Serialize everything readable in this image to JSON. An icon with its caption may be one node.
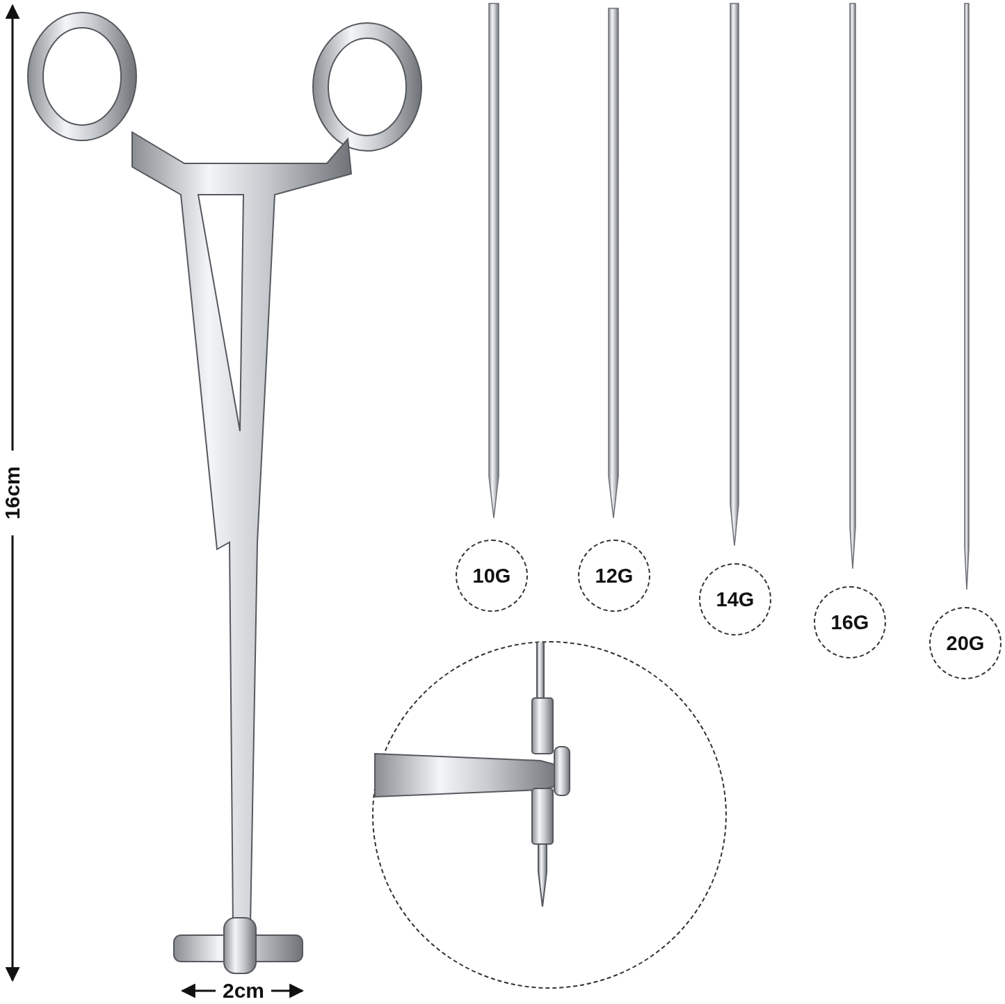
{
  "diagram": {
    "nodes": [
      {
        "text": [
          "10G"
        ]
      },
      {
        "text": [
          "12G"
        ]
      },
      {
        "text": [
          "14G"
        ]
      },
      {
        "text": [
          "16G"
        ]
      },
      {
        "text": [
          "20G"
        ]
      },
      {
        "text": [],
        "shape": "circle"
      }
    ],
    "labels": [
      "16cm",
      "2cm"
    ]
  }
}
